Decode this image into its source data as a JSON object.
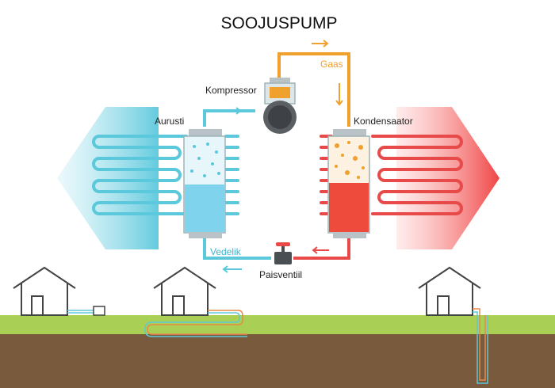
{
  "title": "SOOJUSPUMP",
  "labels": {
    "compressor": "Kompressor",
    "gas": "Gaas",
    "evaporator": "Aurusti",
    "condenser": "Kondensaator",
    "liquid": "Vedelik",
    "expansion_valve": "Paisventiil"
  },
  "colors": {
    "cold": "#5bc8dc",
    "cold_fill": "#7fd3ec",
    "hot": "#e84a4a",
    "hot_fill": "#ee4b3c",
    "gas_pipe": "#f0a02c",
    "grass": "#a9cf54",
    "soil": "#7a5a3c",
    "house_outline": "#444444"
  },
  "icons": [
    "compressor-icon",
    "expansion-valve-icon",
    "house-icon",
    "flow-arrow-icon"
  ]
}
